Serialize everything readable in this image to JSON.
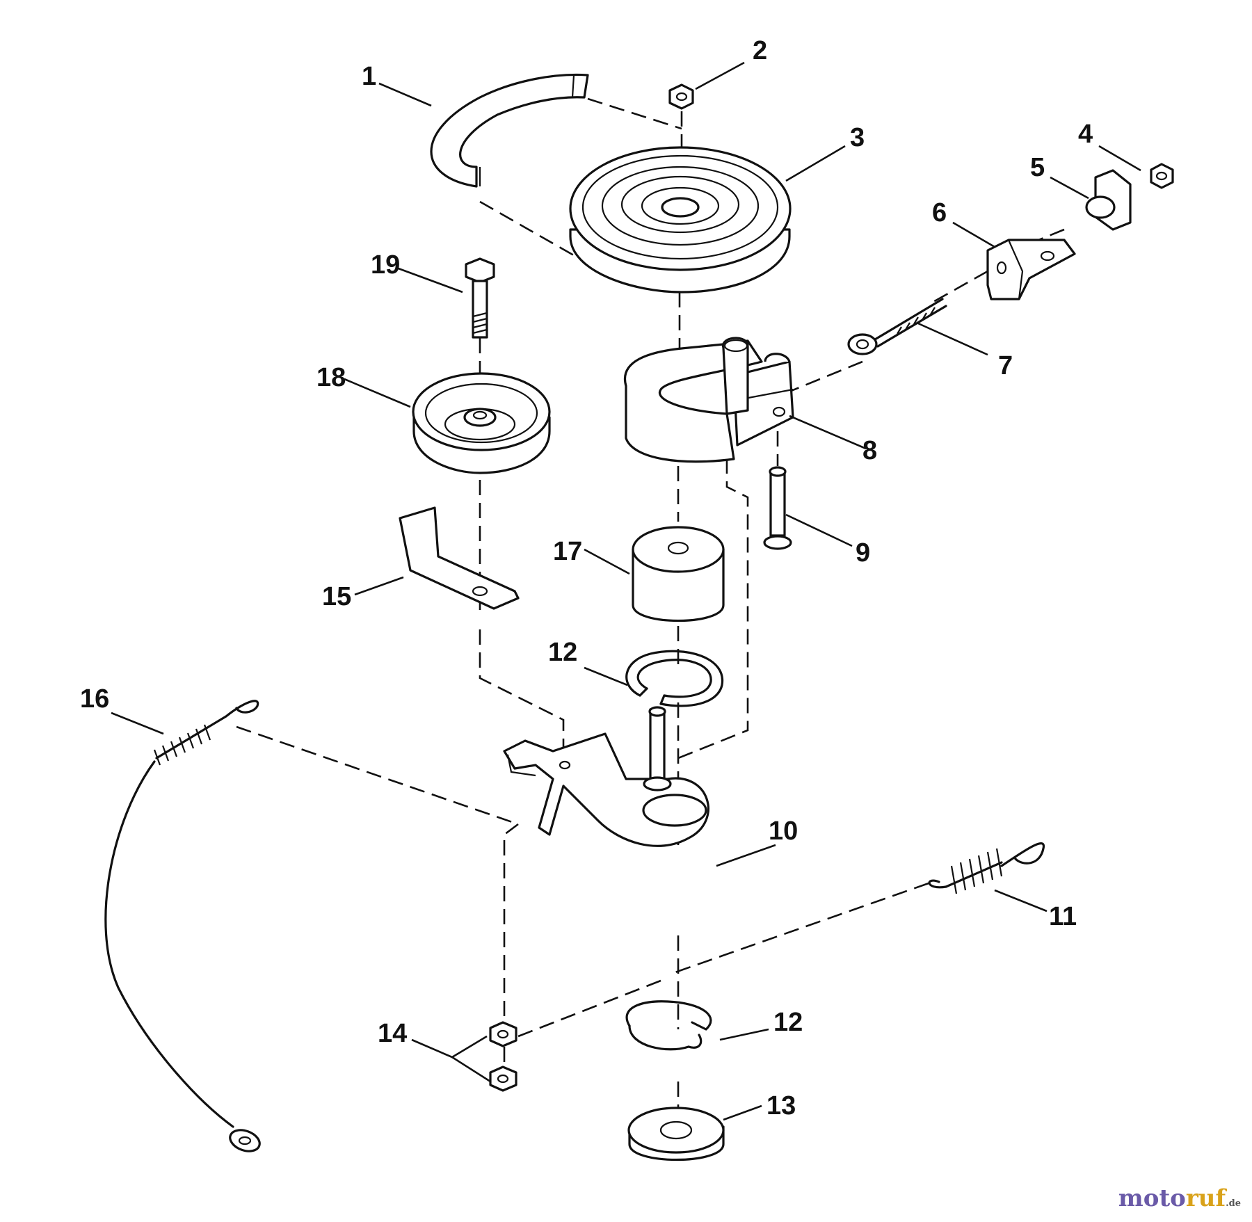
{
  "callouts": [
    {
      "id": "1",
      "label": "1"
    },
    {
      "id": "2",
      "label": "2"
    },
    {
      "id": "3",
      "label": "3"
    },
    {
      "id": "4",
      "label": "4"
    },
    {
      "id": "5",
      "label": "5"
    },
    {
      "id": "6",
      "label": "6"
    },
    {
      "id": "7",
      "label": "7"
    },
    {
      "id": "8",
      "label": "8"
    },
    {
      "id": "9",
      "label": "9"
    },
    {
      "id": "10",
      "label": "10"
    },
    {
      "id": "11",
      "label": "11"
    },
    {
      "id": "12a",
      "label": "12"
    },
    {
      "id": "12b",
      "label": "12"
    },
    {
      "id": "13",
      "label": "13"
    },
    {
      "id": "14",
      "label": "14"
    },
    {
      "id": "15",
      "label": "15"
    },
    {
      "id": "16",
      "label": "16"
    },
    {
      "id": "17",
      "label": "17"
    },
    {
      "id": "18",
      "label": "18"
    },
    {
      "id": "19",
      "label": "19"
    }
  ],
  "watermark": {
    "part1": "moto",
    "part2": "ruf",
    "suffix": ".de",
    "brand_colors": [
      "#6a5aa8",
      "#d9a21a"
    ]
  }
}
